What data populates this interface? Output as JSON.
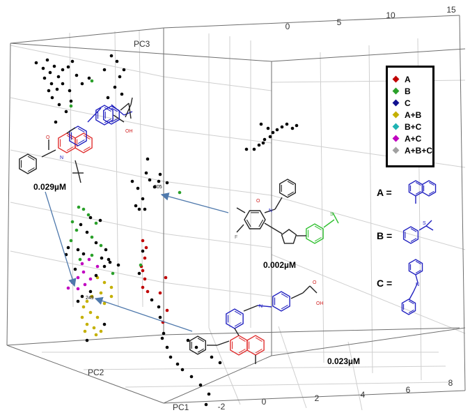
{
  "chart_data": {
    "type": "scatter",
    "title": "",
    "axes": {
      "x": {
        "label": "PC1",
        "ticks": [
          "-2",
          "0",
          "2",
          "4",
          "6",
          "8"
        ],
        "range": [
          -3,
          8
        ]
      },
      "y": {
        "label": "PC2",
        "ticks": [],
        "range": [
          -1,
          1
        ]
      },
      "z": {
        "label": "PC3",
        "ticks": [
          "0",
          "5",
          "10",
          "15"
        ],
        "range": [
          -3,
          15
        ]
      }
    },
    "grid": true,
    "legend": {
      "position": "top-right",
      "entries": [
        {
          "label": "A",
          "color": "#c00000"
        },
        {
          "label": "B",
          "color": "#2aa02a"
        },
        {
          "label": "C",
          "color": "#101090"
        },
        {
          "label": "A+B",
          "color": "#c4b000"
        },
        {
          "label": "B+C",
          "color": "#1fb3b3"
        },
        {
          "label": "A+C",
          "color": "#c000c0"
        },
        {
          "label": "A+B+C",
          "color": "#a0a0a0"
        }
      ]
    },
    "annotations": [
      {
        "text": "0.029µM"
      },
      {
        "text": "0.002µM"
      },
      {
        "text": "0.023µM"
      }
    ],
    "point_labels": [
      "305",
      "249"
    ],
    "fragments": [
      {
        "label": "A ="
      },
      {
        "label": "B ="
      },
      {
        "label": "C ="
      }
    ],
    "atom_labels": [
      "O",
      "N",
      "F",
      "OH",
      "S"
    ]
  }
}
